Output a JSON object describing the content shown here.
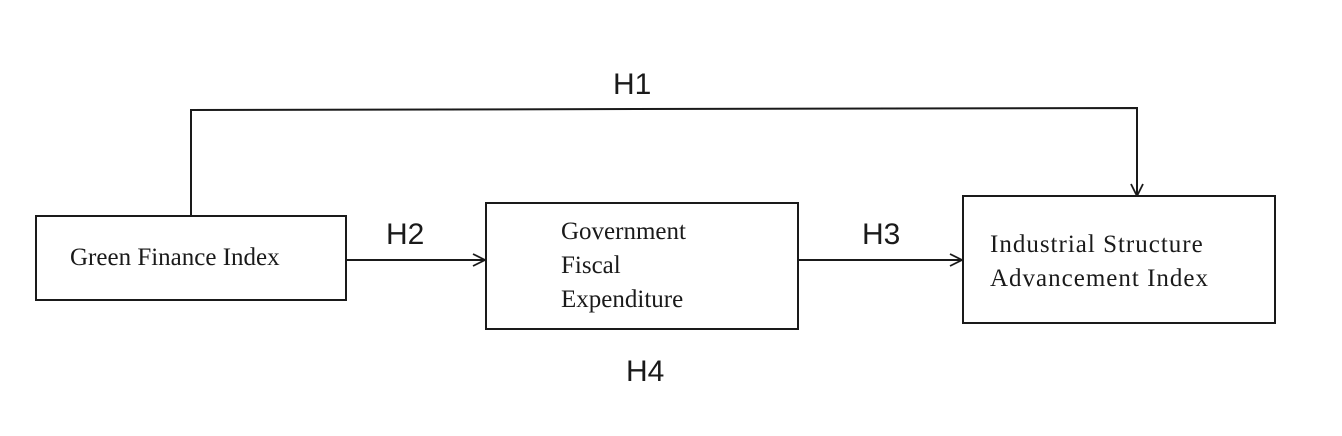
{
  "diagram": {
    "nodes": {
      "green_finance": {
        "lines": [
          "Green Finance Index"
        ]
      },
      "gov_expenditure": {
        "lines": [
          "Government",
          "Fiscal",
          "Expenditure"
        ]
      },
      "industrial_structure": {
        "lines": [
          "Industrial Structure",
          "Advancement Index"
        ]
      }
    },
    "hypotheses": {
      "h1": "H1",
      "h2": "H2",
      "h3": "H3",
      "h4": "H4"
    },
    "edges": [
      {
        "from": "green_finance",
        "to": "industrial_structure",
        "label": "H1"
      },
      {
        "from": "green_finance",
        "to": "gov_expenditure",
        "label": "H2"
      },
      {
        "from": "gov_expenditure",
        "to": "industrial_structure",
        "label": "H3"
      }
    ],
    "colors": {
      "stroke": "#1a1a1a",
      "background": "#ffffff"
    }
  }
}
